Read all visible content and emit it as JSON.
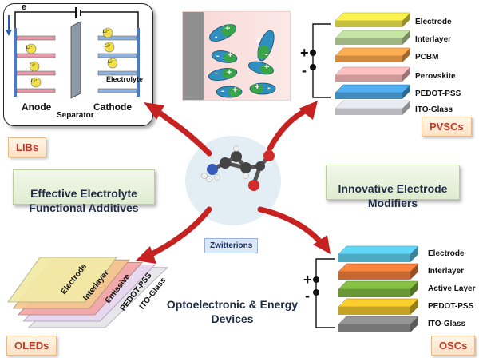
{
  "libs": {
    "tag": "LIBs",
    "e": "e",
    "anode": "Anode",
    "separator": "Separator",
    "cathode": "Cathode",
    "electrolyte": "Electrolyte",
    "li": "Li⁺"
  },
  "pvscs": {
    "tag": "PVSCs",
    "plus": "+",
    "minus": "-",
    "layers": [
      "Electrode",
      "Interlayer",
      "PCBM",
      "Perovskite",
      "PEDOT-PSS",
      "ITO-Glass"
    ],
    "colors": [
      "#e8e04a",
      "#b8d59a",
      "#f4a24b",
      "#f2b4b4",
      "#4aa3df",
      "#d9d9e0"
    ]
  },
  "oscs": {
    "tag": "OSCs",
    "plus": "+",
    "minus": "-",
    "layers": [
      "Electrode",
      "Interlayer",
      "Active Layer",
      "PEDOT-PSS",
      "ITO-Glass"
    ],
    "colors": [
      "#5bc8e6",
      "#e87b3a",
      "#7db33f",
      "#e7bf2a",
      "#8a8a8a"
    ]
  },
  "oleds": {
    "tag": "OLEDs",
    "layers": [
      "Electrode",
      "Interlayer",
      "Emissive",
      "PEDOT-PSS",
      "ITO-Glass"
    ],
    "colors": [
      "#f2eaa6",
      "#f4c890",
      "#f4a6a6",
      "#e8d6f0",
      "#e6e6ea"
    ]
  },
  "center": {
    "left_box": "Effective Electrolyte\nFunctional Additives",
    "right_box": "Innovative Electrode\nModifiers",
    "zwitterions": "Zwitterions",
    "bottom_title": "Optoelectronic & Energy\nDevices",
    "charges": [
      "+",
      "-"
    ]
  }
}
